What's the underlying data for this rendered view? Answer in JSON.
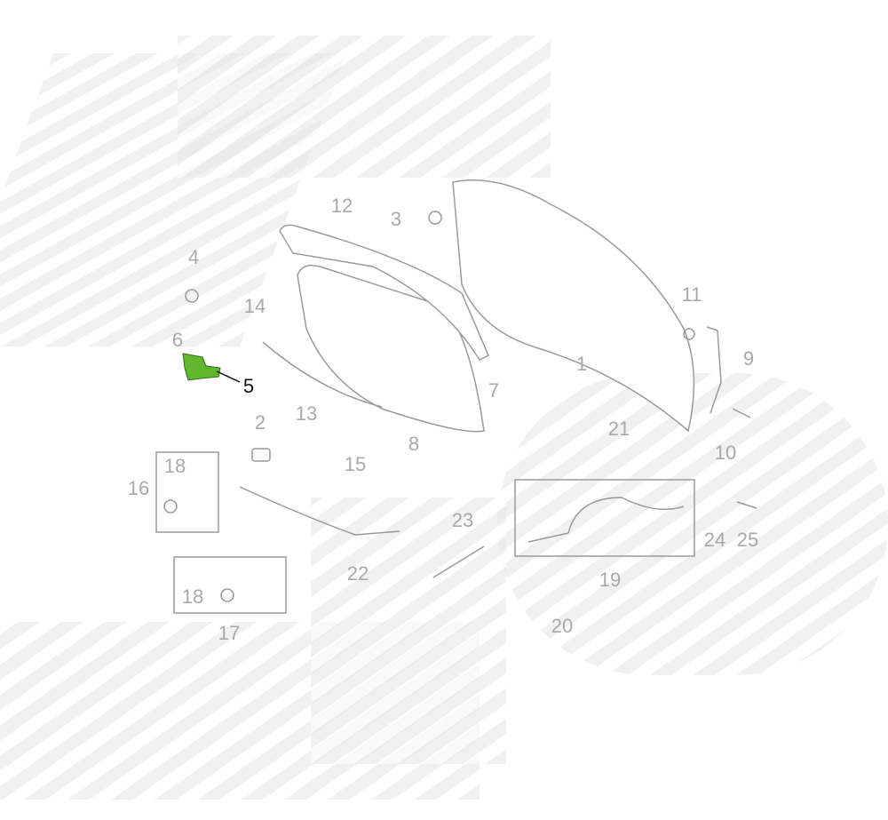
{
  "diagram": {
    "highlight_color": "#5fb82e",
    "highlighted_part": "5",
    "callouts": [
      "1",
      "2",
      "3",
      "4",
      "5",
      "6",
      "7",
      "8",
      "9",
      "10",
      "11",
      "12",
      "13",
      "14",
      "15",
      "16",
      "17",
      "18",
      "18",
      "19",
      "20",
      "21",
      "22",
      "23",
      "24",
      "25"
    ]
  }
}
